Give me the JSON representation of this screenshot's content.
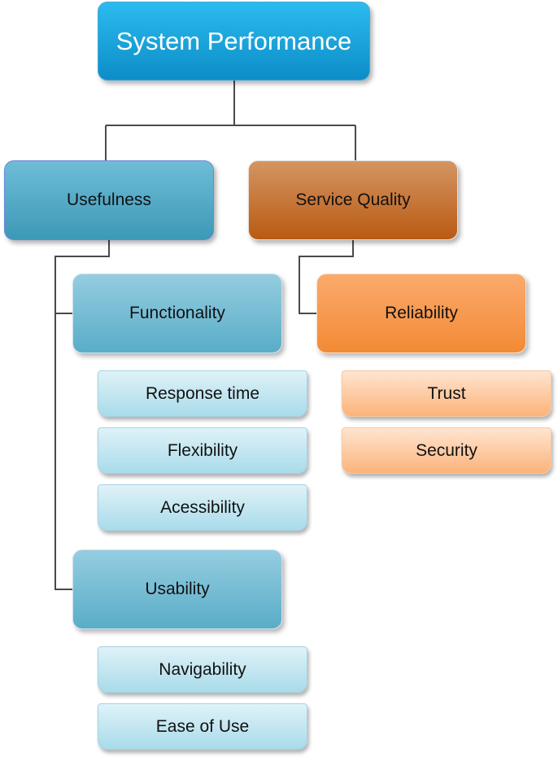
{
  "diagram": {
    "type": "hierarchy",
    "root": {
      "label": "System Performance",
      "color": "#1aa3da"
    },
    "branches": [
      {
        "label": "Usefulness",
        "color": "#4aa6c4",
        "children": [
          {
            "label": "Functionality",
            "color": "#77bdd5",
            "items": [
              "Response time",
              "Flexibility",
              "Acessibility"
            ]
          },
          {
            "label": "Usability",
            "color": "#77bdd5",
            "items": [
              "Navigability",
              "Ease of Use"
            ]
          }
        ]
      },
      {
        "label": "Service Quality",
        "color": "#c5742f",
        "children": [
          {
            "label": "Reliability",
            "color": "#f79a4e",
            "items": [
              "Trust",
              "Security"
            ]
          }
        ]
      }
    ]
  }
}
